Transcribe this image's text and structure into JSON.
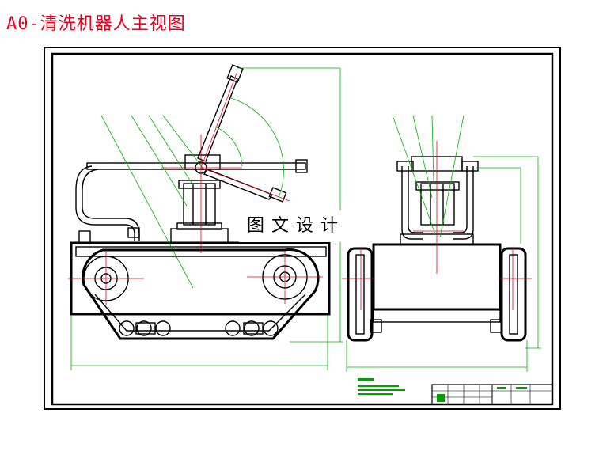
{
  "title": "A0-清洗机器人主视图",
  "watermark": "图文设计",
  "colors": {
    "title": "#e8001c",
    "outline": "#000000",
    "dimension": "#00b400",
    "centerline": "#e8001c"
  },
  "views": [
    "front-view",
    "side-view"
  ]
}
